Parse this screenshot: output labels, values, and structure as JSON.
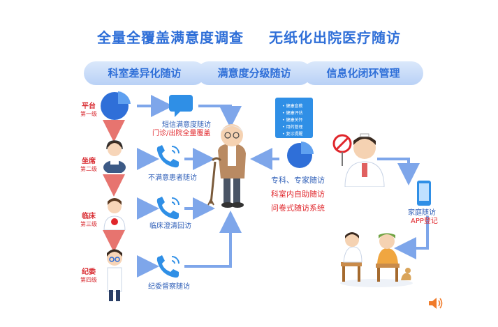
{
  "title": {
    "left": "全量全覆盖满意度调查",
    "right": "无纸化出院医疗随访"
  },
  "pills": [
    "科室差异化随访",
    "满意度分级随访",
    "信息化闭环管理"
  ],
  "levels": [
    {
      "name": "平台",
      "sub": "第一级"
    },
    {
      "name": "坐席",
      "sub": "第二级"
    },
    {
      "name": "临床",
      "sub": "第三级"
    },
    {
      "name": "纪委",
      "sub": "第四级"
    }
  ],
  "channels": {
    "sms_line1": "短信满意度随访",
    "sms_line2": "门诊/出院全量覆盖",
    "unsatisfied": "不满意患者随访",
    "clinical": "临床澄清回访",
    "discipline": "纪委督察随访"
  },
  "tablet_items": [
    "健康宣教",
    "健康评估",
    "健康关怀",
    "用药管理",
    "复诊提醒"
  ],
  "specialist": {
    "line1": "专科、专家随访",
    "line2": "科室内自助随访",
    "line3": "问卷式随访系统"
  },
  "family": {
    "line1": "家庭随访",
    "line2": "APP登记"
  },
  "colors": {
    "primary": "#2f6fd8",
    "arrow": "#7ea6ea",
    "red": "#e0262b",
    "phone": "#2f8fe6"
  }
}
